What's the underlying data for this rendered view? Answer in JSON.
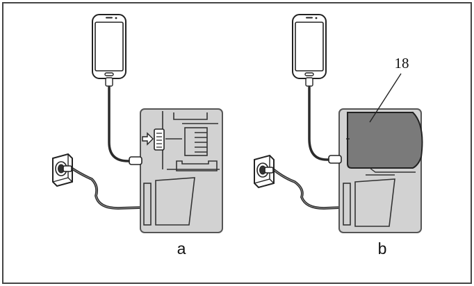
{
  "panels": {
    "a": {
      "label": "a"
    },
    "b": {
      "label": "b",
      "callout": "18"
    }
  },
  "colors": {
    "housing": "#d2d2d2",
    "housing_stroke": "#555555",
    "battery": "#7a7a7a",
    "cable": "#2b2b2b",
    "frame": "#444444"
  },
  "icons": [
    "smartphone-icon",
    "wall-outlet-icon",
    "power-plug-icon",
    "arrow-right-icon",
    "battery-pack-icon"
  ]
}
